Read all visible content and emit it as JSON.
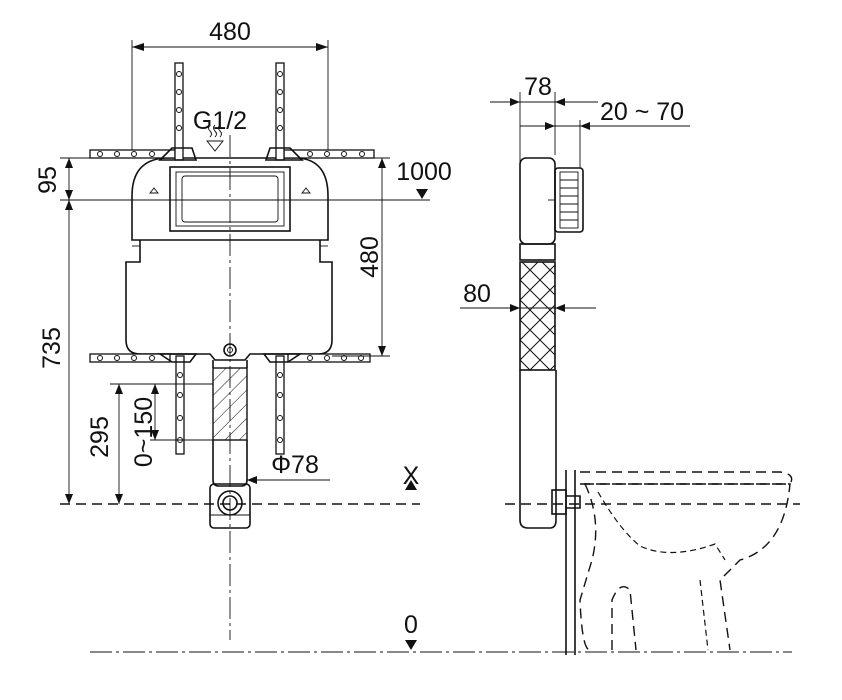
{
  "front_view": {
    "width_480": "480",
    "inlet": "G1/2",
    "height_95": "95",
    "level_1000": "1000",
    "height_480": "480",
    "height_735": "735",
    "height_295": "295",
    "range_0_150": "0~150",
    "pipe_diameter": "Φ78",
    "axis_x": "X"
  },
  "side_view": {
    "depth_78": "78",
    "adjust_20_70": "20 ~ 70",
    "depth_80": "80"
  },
  "floor_level": "0"
}
